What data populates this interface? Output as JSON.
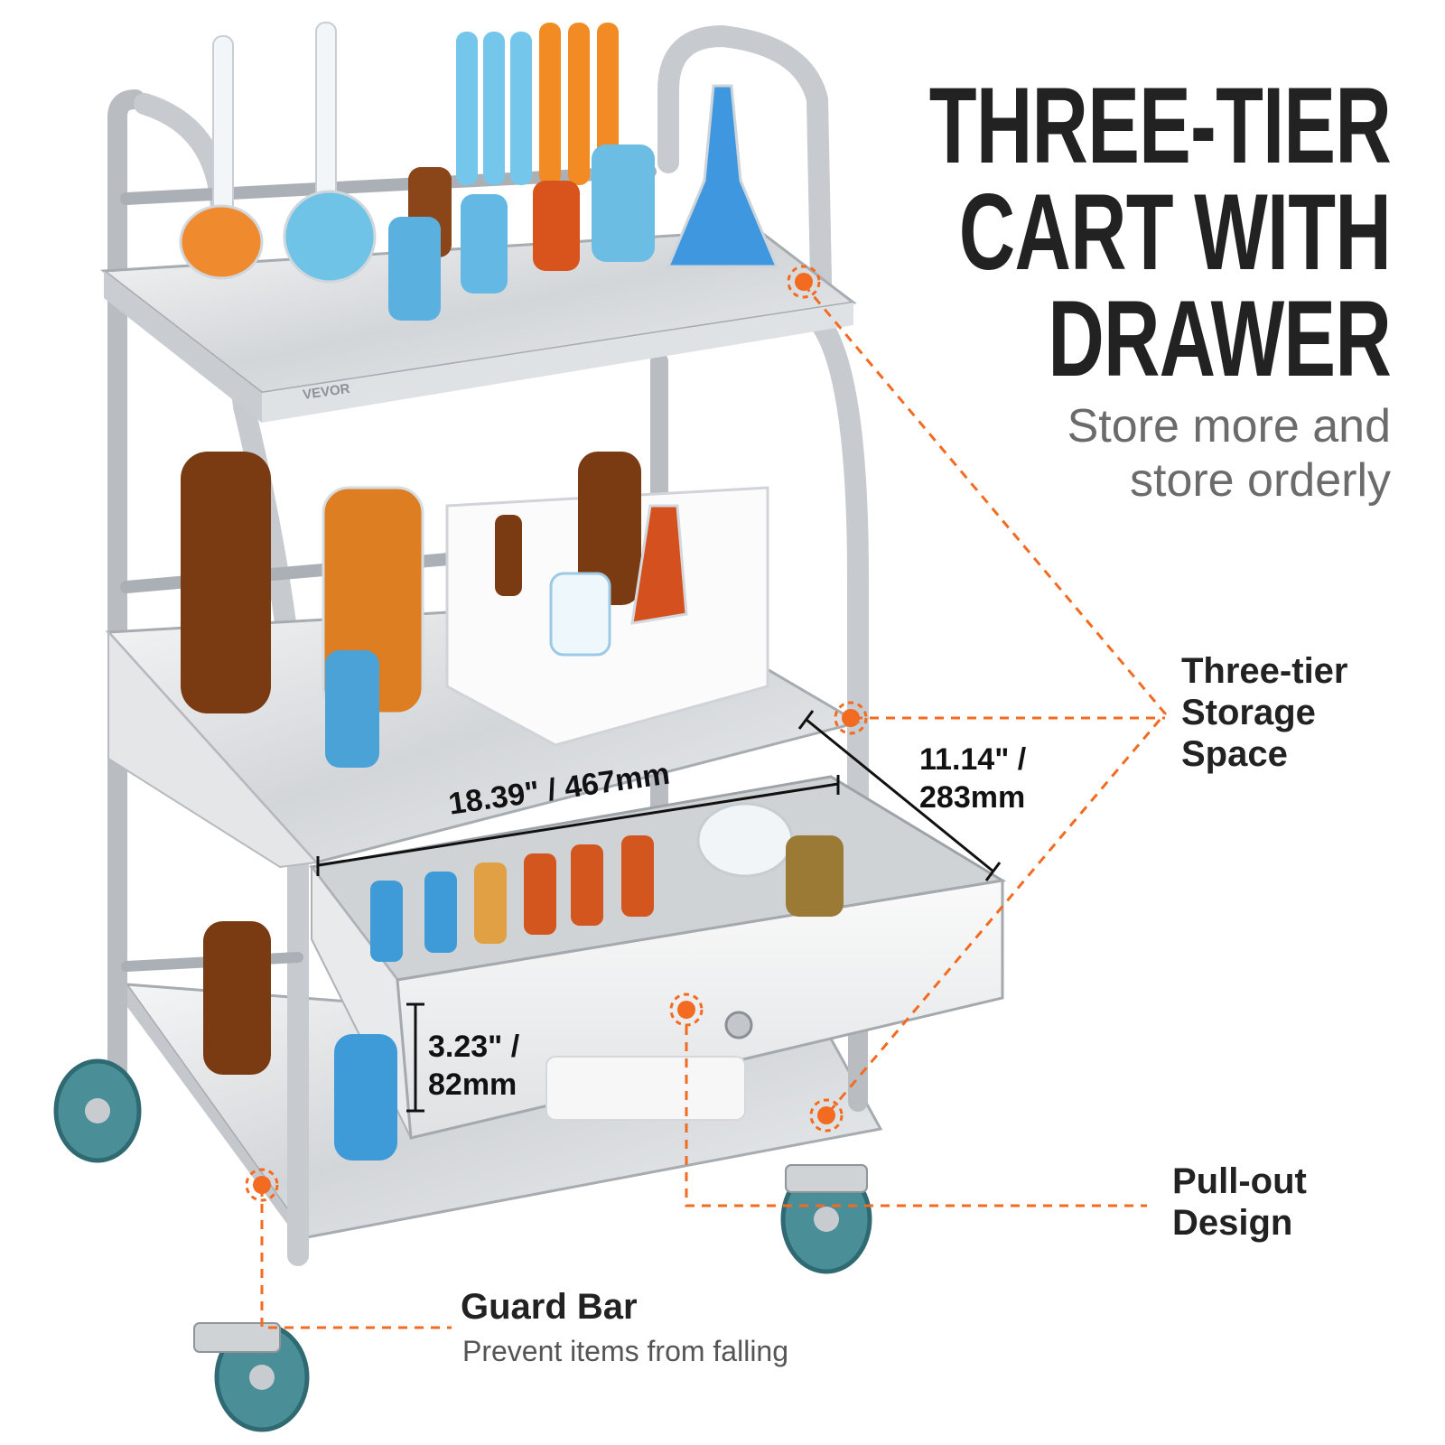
{
  "headline": {
    "lines": [
      "THREE-TIER",
      "CART WITH",
      "DRAWER"
    ]
  },
  "subheadline": {
    "lines": [
      "Store more and",
      "store orderly"
    ]
  },
  "callouts": {
    "three_tier": [
      "Three-tier",
      "Storage",
      "Space"
    ],
    "pull_out": [
      "Pull-out",
      "Design"
    ],
    "guard_bar": {
      "title": "Guard Bar",
      "description": "Prevent items from falling"
    }
  },
  "dimensions": {
    "width": "18.39\" / 467mm",
    "depth": [
      "11.14\" /",
      "283mm"
    ],
    "drawer_height": [
      "3.23\" /",
      "82mm"
    ]
  },
  "product": {
    "brand_mark": "VEVOR"
  },
  "colors": {
    "accent": "#f26b21",
    "headline": "#222222",
    "subheadline": "#6b6b6b",
    "steel_light": "#e6e8ea",
    "steel_dark": "#9aa0a6",
    "wheel": "#4a8e97"
  }
}
